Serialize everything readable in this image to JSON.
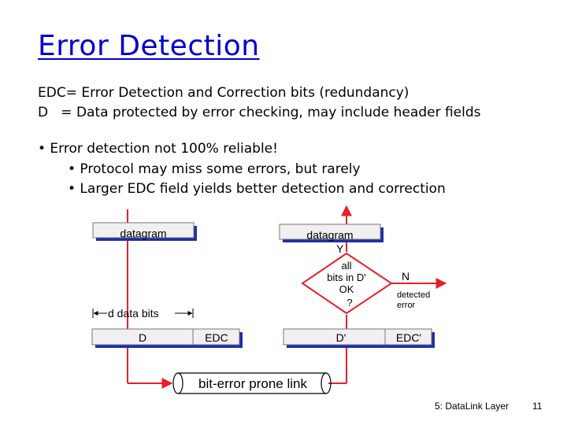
{
  "title": "Error Detection",
  "definitions": {
    "edc": "EDC= Error Detection and Correction bits (redundancy)",
    "d": "D   = Data protected by error checking, may include header fields"
  },
  "bullets": {
    "main": "• Error detection not 100% reliable!",
    "sub1": "• Protocol may miss some errors, but rarely",
    "sub2": "• Larger EDC field yields better detection and correction"
  },
  "diagram": {
    "sender_datagram": "datagram",
    "receiver_datagram": "datagram",
    "d_data_bits": "d data bits",
    "sender_d": "D",
    "sender_edc": "EDC",
    "receiver_d": "D'",
    "receiver_edc": "EDC'",
    "link": "bit-error prone link",
    "decision_line1": "all",
    "decision_line2": "bits in D'",
    "decision_line3": "OK",
    "decision_line4": "?",
    "yes": "Y",
    "no": "N",
    "detected_line1": "detected",
    "detected_line2": "error",
    "colors": {
      "arrow": "#e8202a",
      "box_fill": "#f0f0f0",
      "box_shadow": "#1c2fa8",
      "title": "#0000cc"
    }
  },
  "footer": {
    "chapter": "5: DataLink Layer",
    "page": "11"
  }
}
